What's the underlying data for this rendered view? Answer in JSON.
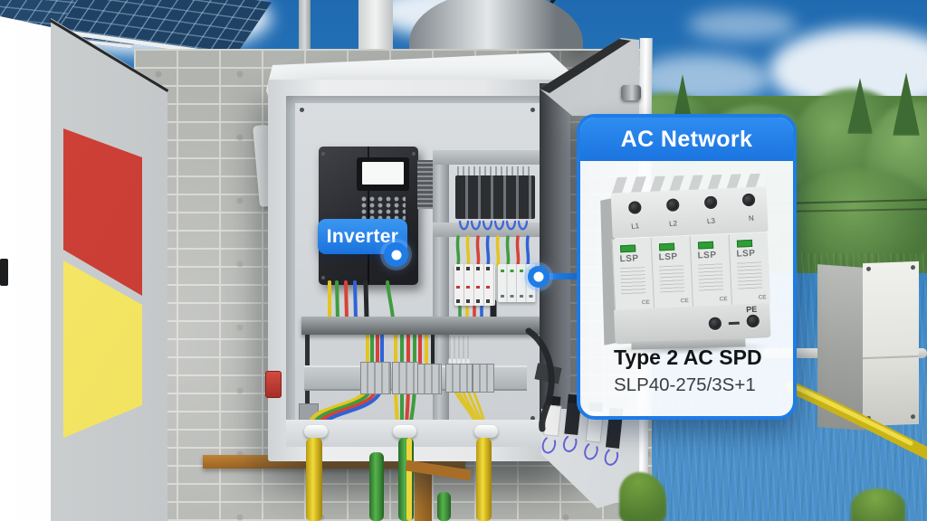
{
  "inverter_tag": {
    "label": "Inverter"
  },
  "callout": {
    "title": "AC Network",
    "product_name": "Type 2 AC SPD",
    "product_model": "SLP40-275/3S+1",
    "spd": {
      "brand": "LSP",
      "phase_terminals": [
        "L1",
        "L2",
        "L3",
        "N"
      ],
      "ground_terminal": "PE",
      "certification": "CE"
    }
  },
  "colors": {
    "accent_blue": "#1e7ce6",
    "sky_blue": "#2e7ec4",
    "tree_green": "#5b8a47",
    "grass_green": "#7aa24e",
    "wire_yellow": "#e3c51d",
    "wire_green": "#3f9c3f",
    "wire_red": "#d64238",
    "wire_blue": "#2f63d6",
    "panel_red": "#c63a32",
    "panel_yellow": "#f2e35c",
    "wood_brown": "#b5772e",
    "spd_indicator_green": "#2f9e35"
  }
}
